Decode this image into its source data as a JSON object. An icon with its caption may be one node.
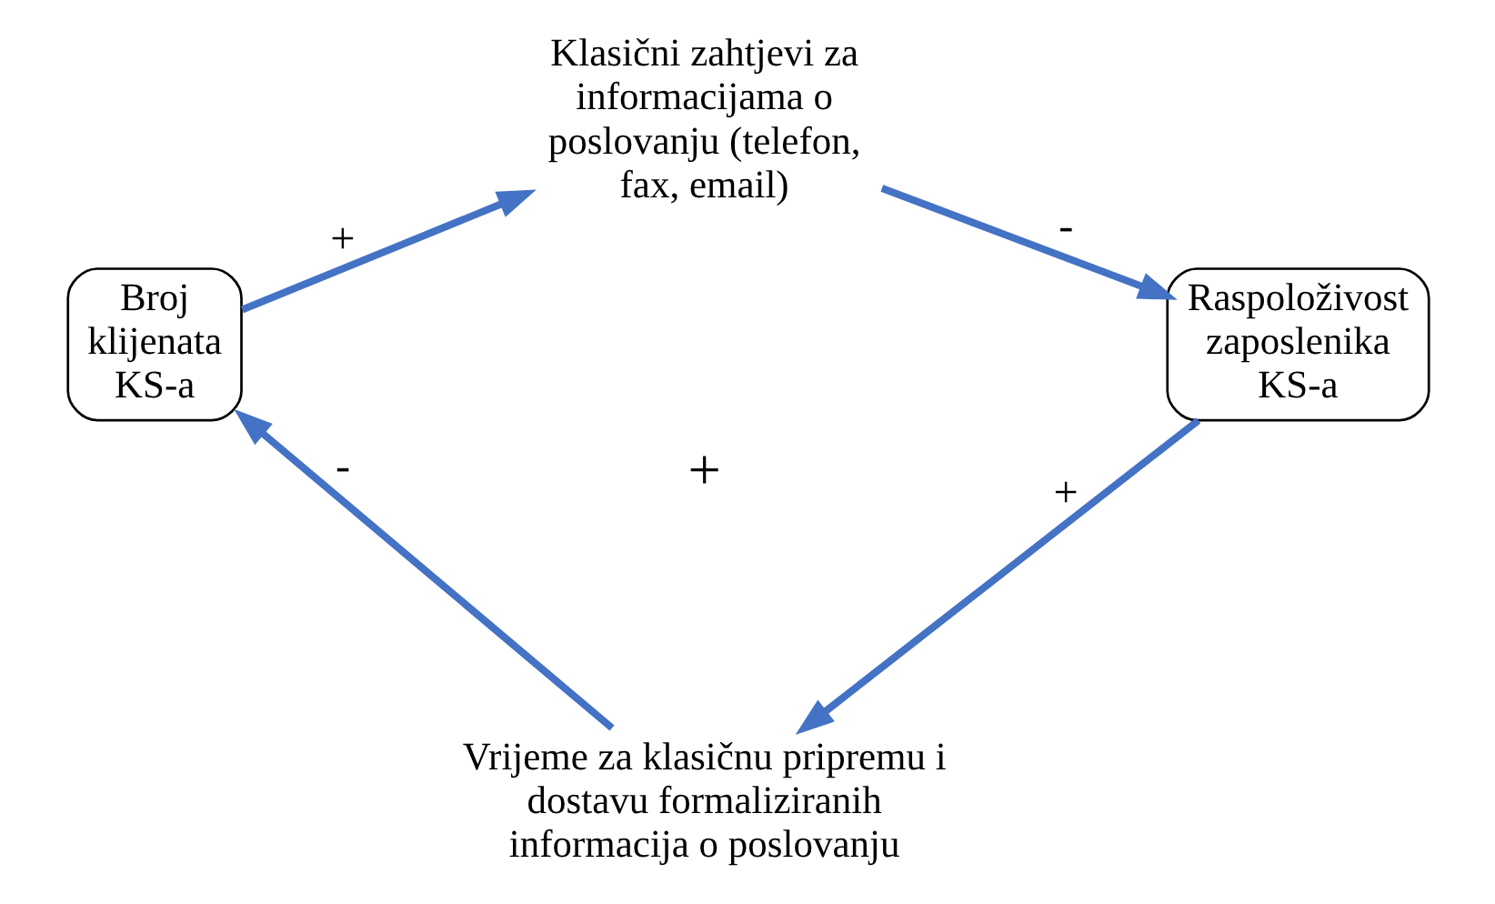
{
  "diagram": {
    "nodes": [
      {
        "text": [
          "Broj klijenata KS-a"
        ]
      },
      {
        "text": [
          "Klasični zahtjevi za informacijama o poslovanju (telefon, fax, email)"
        ]
      },
      {
        "text": [
          "Raspoloživost zaposlenika KS-a"
        ]
      },
      {
        "text": [
          "Vrijeme za klasičnu pripremu i dostavu formaliziranih informacija o poslovanju"
        ]
      }
    ],
    "edges": [
      {
        "from": 0,
        "to": 1,
        "arrow": "to",
        "label": "+"
      },
      {
        "from": 1,
        "to": 2,
        "arrow": "to",
        "label": "-"
      },
      {
        "from": 2,
        "to": 3,
        "arrow": "to",
        "label": "+"
      },
      {
        "from": 3,
        "to": 0,
        "arrow": "to",
        "label": "-"
      }
    ],
    "labels": [
      "+"
    ]
  }
}
